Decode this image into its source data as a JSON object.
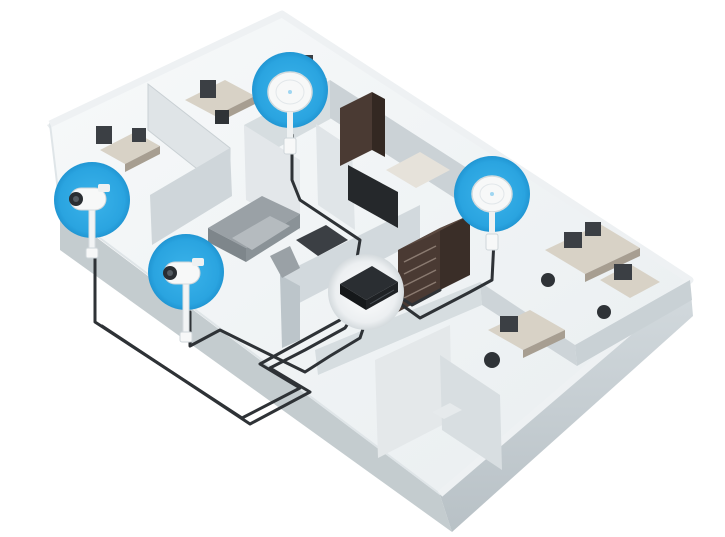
{
  "colors": {
    "background": "#ffffff",
    "floor": "#f2f5f6",
    "floor_shadow": "#e6ebed",
    "wall_top": "#f4f6f7",
    "wall_side_light": "#d9dfe2",
    "wall_side_dark": "#b7c0c5",
    "halo": "#2aa4e0",
    "device": "#f7f8f8",
    "device_ring": "#cfd6da",
    "cable": "#2e3236",
    "cable_highlight": "#8a9298",
    "switch_body": "#1f2225",
    "furniture_dark": "#3b3f44",
    "furniture_wood": "#d8d2c6",
    "sofa": "#9aa1a6",
    "cabinet": "#4a3a33"
  },
  "devices": [
    {
      "kind": "access-point",
      "icon": "wifi-access-point-icon"
    },
    {
      "kind": "access-point",
      "icon": "wifi-access-point-icon"
    },
    {
      "kind": "camera",
      "icon": "security-camera-icon"
    },
    {
      "kind": "camera",
      "icon": "security-camera-icon"
    },
    {
      "kind": "switch",
      "icon": "network-switch-icon"
    }
  ]
}
